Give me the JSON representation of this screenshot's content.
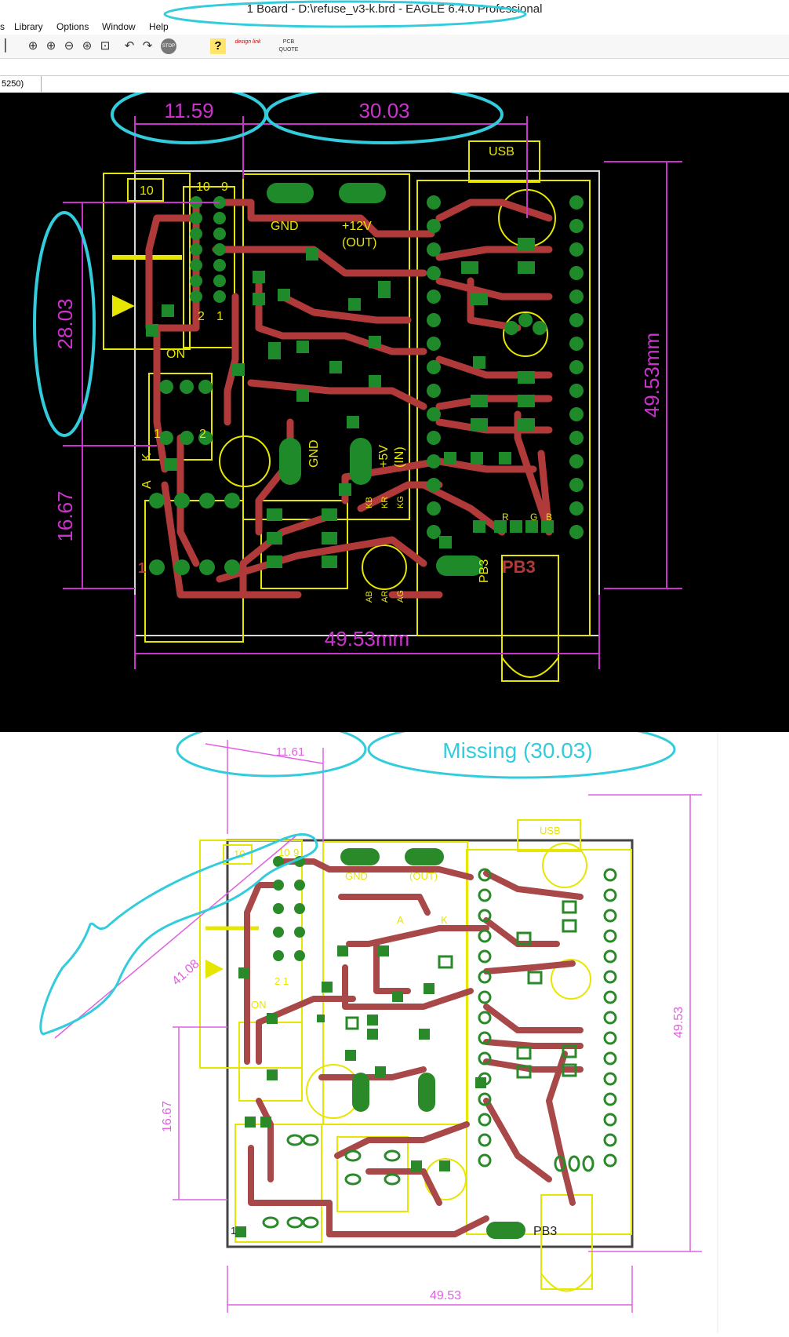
{
  "window": {
    "title": "1 Board - D:\\refuse_v3-k.brd - EAGLE 6.4.0 Professional"
  },
  "menu": [
    "s",
    "Library",
    "Options",
    "Window",
    "Help"
  ],
  "toolbar": {
    "icons": [
      "zoom-fit-icon",
      "zoom-in-icon",
      "zoom-out-icon",
      "zoom-redraw-icon",
      "zoom-select-icon",
      "undo-icon",
      "redo-icon",
      "stop-icon",
      "help-icon",
      "designlink-icon",
      "pcb-quote-icon"
    ],
    "stop_label": "STOP",
    "designlink_label": "design link",
    "pcbquote_label": "PCB QUOTE"
  },
  "command": {
    "coord": "5250)",
    "value": ""
  },
  "top_board": {
    "dim_width_top_left": "11.59",
    "dim_width_top_right": "30.03",
    "dim_height_left_top": "28.03",
    "dim_height_left_bottom": "16.67",
    "dim_height_right": "49.53mm",
    "dim_width_bottom": "49.53mm",
    "labels": {
      "usb": "USB",
      "gnd1": "GND",
      "v12": "+12V",
      "out": "(OUT)",
      "gnd2": "GND",
      "v5": "+5V",
      "in": "(IN)",
      "pb3": "PB3",
      "pb3b": "PB3",
      "on": "ON",
      "j10": "10",
      "h10": "10",
      "h9": "9",
      "h2": "2",
      "h1": "1",
      "s1": "1",
      "s2": "2",
      "one": "1",
      "k": "K",
      "a": "A",
      "kb": "KB",
      "kr": "KR",
      "kg": "KG",
      "ab": "AB",
      "ar": "AR",
      "ag": "AG",
      "r": "R",
      "g": "G",
      "b": "B"
    }
  },
  "bottom_board": {
    "dim_top_left": "11.61",
    "missing_note": "Missing (30.03)",
    "dim_diagonal": "41.08",
    "dim_left": "16.67",
    "dim_right": "49.53",
    "dim_bottom": "49.53",
    "labels": {
      "usb": "USB",
      "gnd": "GND",
      "out": "(OUT)",
      "pb3": "PB3",
      "on": "ON",
      "h10": "10",
      "h9": "9",
      "j10": "10",
      "one": "1",
      "two_one": "2 1",
      "a": "A",
      "k": "K"
    }
  },
  "colors": {
    "trace": "#b03a3a",
    "pad": "#1e8a2a",
    "silk": "#e6e600",
    "dim": "#cc33cc",
    "annotation": "#33ccdd",
    "outline": "#d8d8d8"
  }
}
